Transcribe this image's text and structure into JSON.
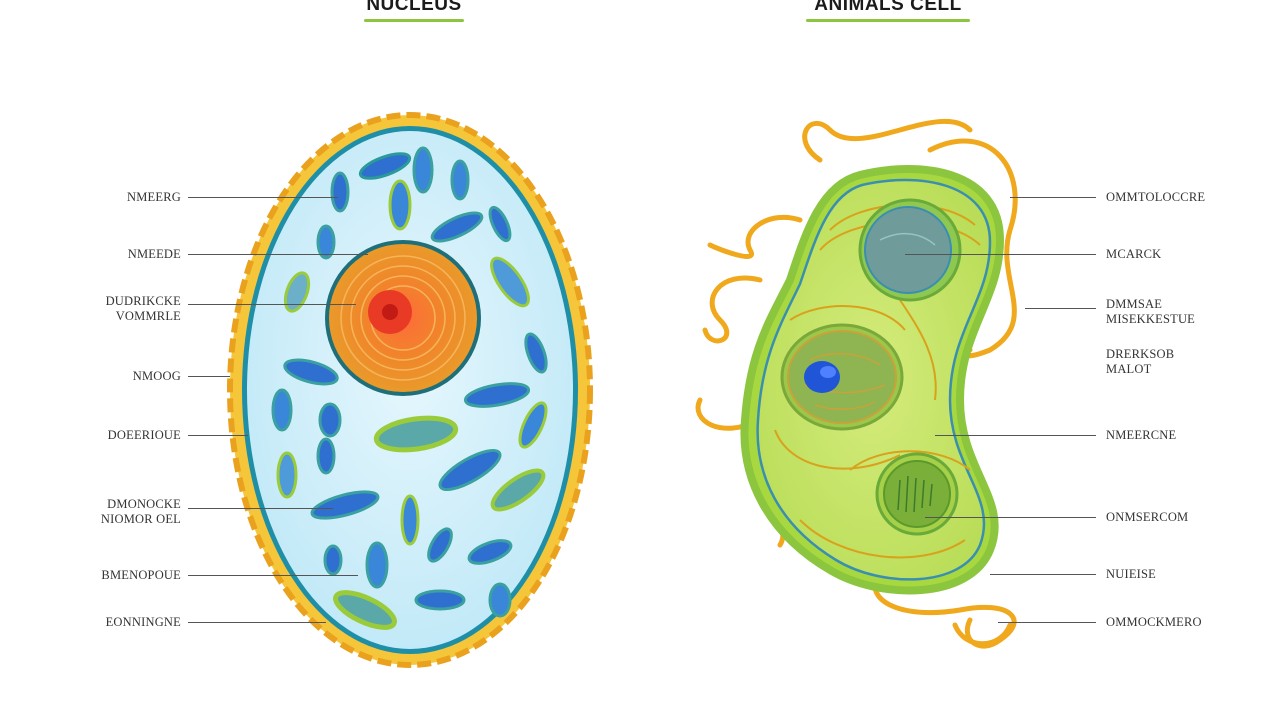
{
  "titles": {
    "left": "NUCLEUS",
    "right": "ANIMALS CELL"
  },
  "left_labels": [
    "NMEERG",
    "NMEEDE",
    "DUDRIKCKE\nVOMMRLE",
    "NMOOG",
    "DOEERIOUE",
    "DMONOCKE\nNIOMOR OEL",
    "BMENOPOUE",
    "EONNINGNE"
  ],
  "right_labels": [
    "OMMTOLOCCRE",
    "MCARCK",
    "DMMSAE\nMISEKKESTUE",
    "DRERKSOB\nMALOT",
    "NMEERCNE",
    "ONMSERCOM",
    "NUIEISE",
    "OMMOCKMERO"
  ],
  "colors": {
    "title_underline": "#8cc63f",
    "left_cytoplasm": "#cdeefa",
    "left_membrane": "#1b8aa0",
    "left_outer": "#f2b430",
    "nucleus_fill": "#f28c2c",
    "nucleolus": "#e8402a",
    "right_cytoplasm": "#c6e46a",
    "right_outline": "#8cc63f",
    "flagella": "#f0a81c"
  }
}
